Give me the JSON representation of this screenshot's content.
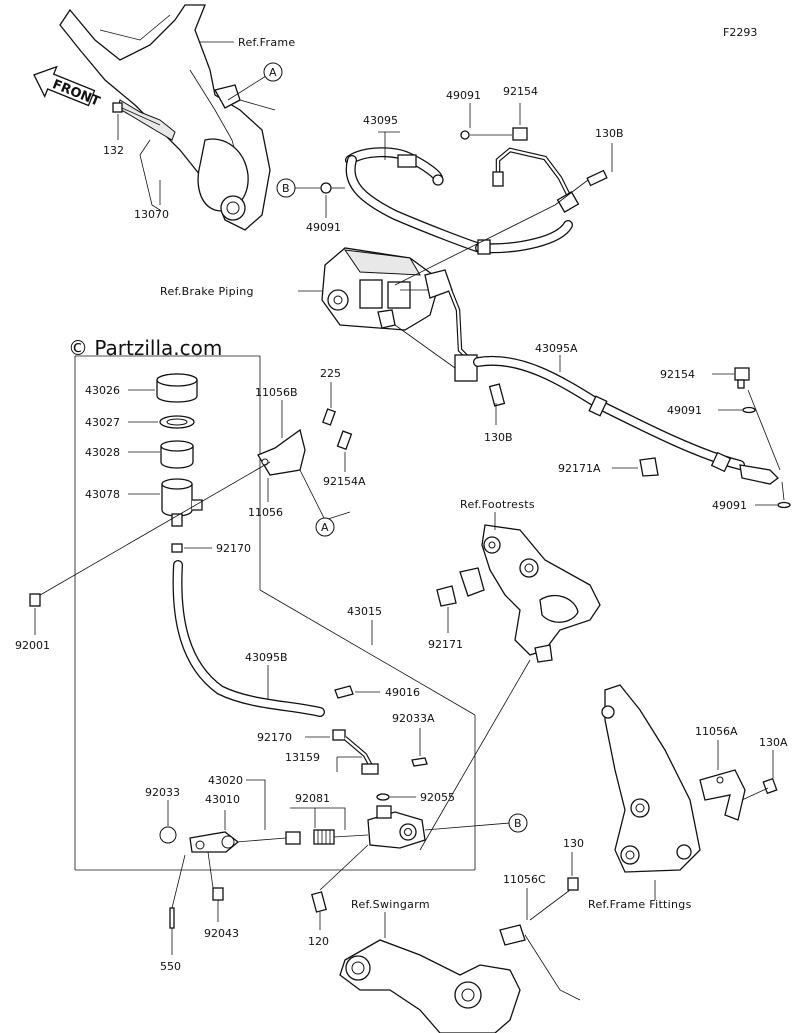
{
  "figure_code": "F2293",
  "watermark": "© Partzilla.com",
  "front_label": "FRONT",
  "refs": {
    "frame": "Ref.Frame",
    "brake_piping": "Ref.Brake Piping",
    "footrests": "Ref.Footrests",
    "frame_fittings": "Ref.Frame Fittings",
    "swingarm": "Ref.Swingarm"
  },
  "callouts": {
    "a": "A",
    "b": "B"
  },
  "parts": {
    "p132": "132",
    "p13070": "13070",
    "p43095": "43095",
    "p49091_top": "49091",
    "p92154_top": "92154",
    "p130B_top": "130B",
    "p49091_left": "49091",
    "p43026": "43026",
    "p43027": "43027",
    "p43028": "43028",
    "p43078": "43078",
    "p11056B": "11056B",
    "p225": "225",
    "p92154A": "92154A",
    "p11056": "11056",
    "p43095A": "43095A",
    "p92154_right": "92154",
    "p49091_right1": "49091",
    "p130B_mid": "130B",
    "p92171A": "92171A",
    "p49091_right2": "49091",
    "p92170_top": "92170",
    "p92001": "92001",
    "p43015": "43015",
    "p92171": "92171",
    "p43095B": "43095B",
    "p49016": "49016",
    "p92170_low": "92170",
    "p92033A": "92033A",
    "p13159": "13159",
    "p43020": "43020",
    "p92033": "92033",
    "p43010": "43010",
    "p92081": "92081",
    "p92055": "92055",
    "p11056A": "11056A",
    "p130A": "130A",
    "p130": "130",
    "p11056C": "11056C",
    "p92043": "92043",
    "p120": "120",
    "p550": "550"
  }
}
